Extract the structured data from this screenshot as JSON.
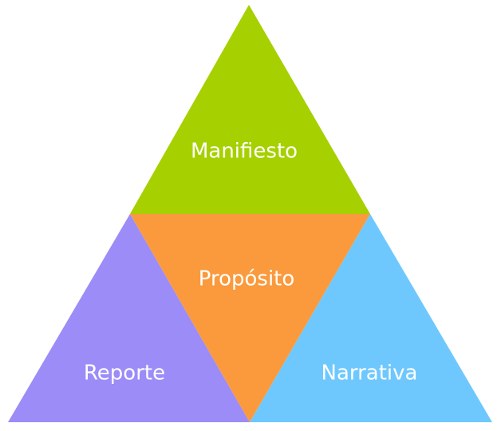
{
  "segments": {
    "top": {
      "label": "Manifiesto",
      "color": "#a6d000"
    },
    "center": {
      "label": "Propósito",
      "color": "#fa9a3c"
    },
    "left": {
      "label": "Reporte",
      "color": "#9b8cf8"
    },
    "right": {
      "label": "Narrativa",
      "color": "#6ec8fe"
    }
  }
}
